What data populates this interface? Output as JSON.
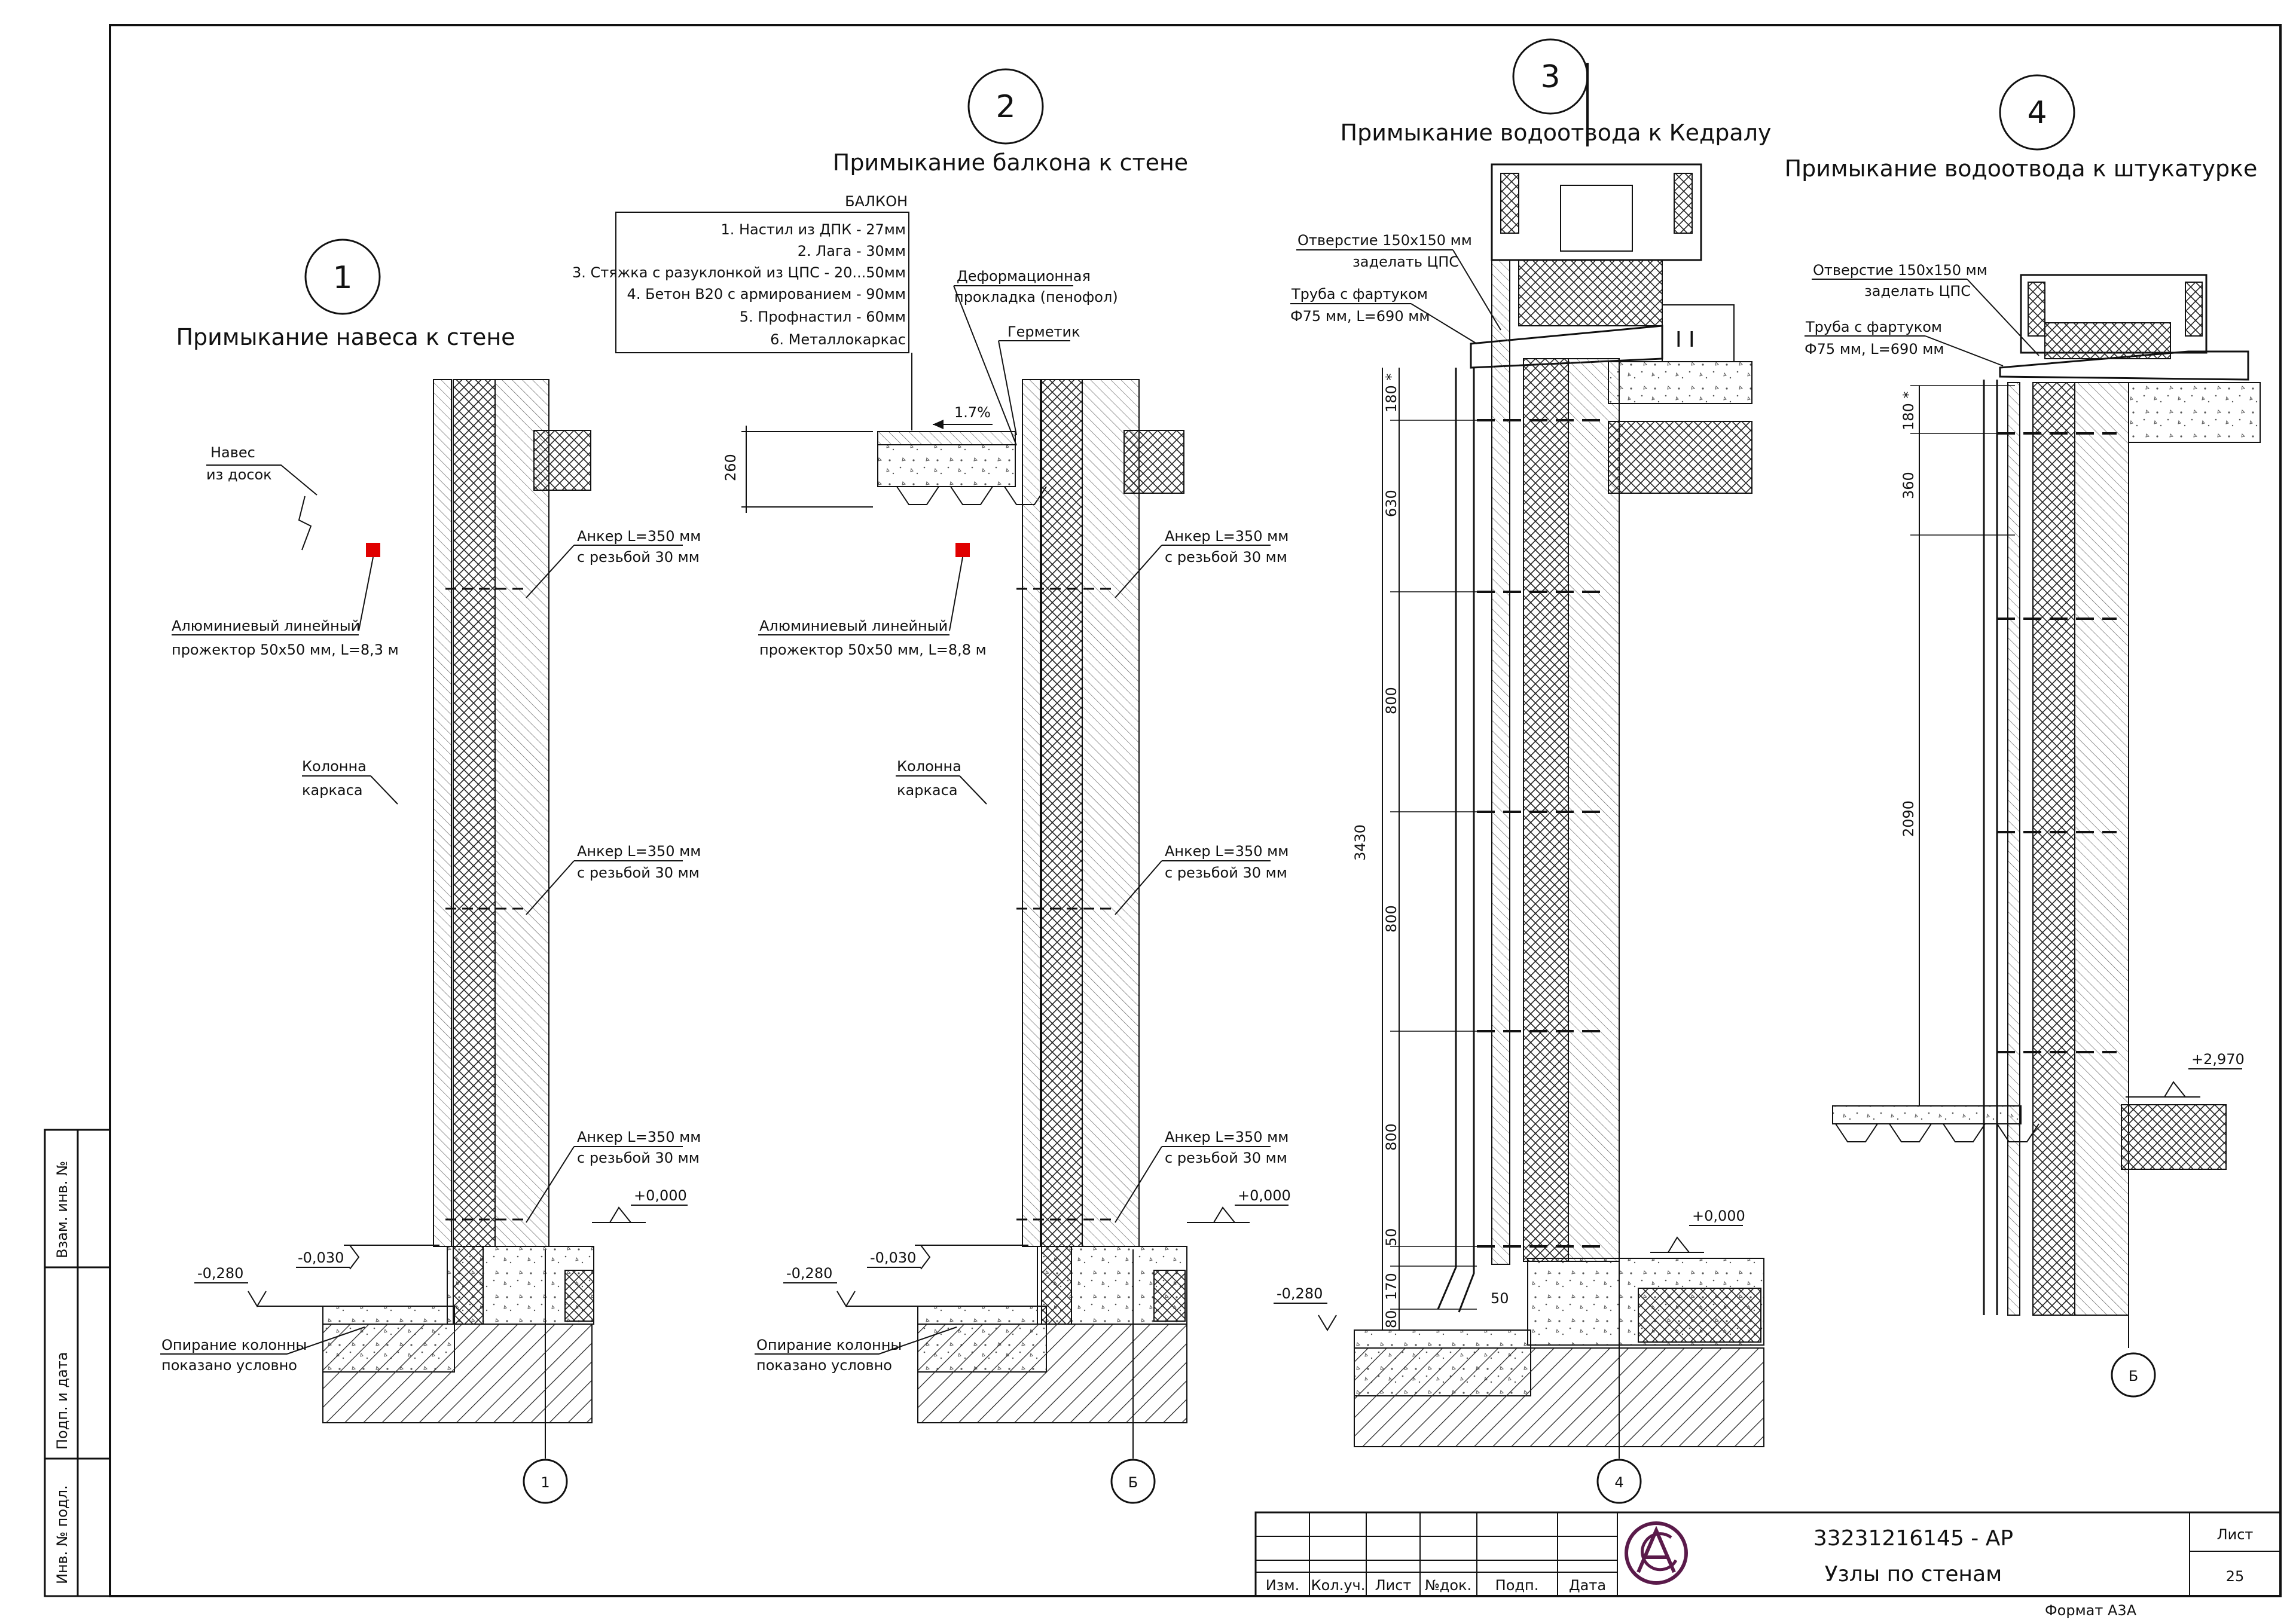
{
  "sheet": {
    "doc_code": "33231216145 - АР",
    "sheet_title": "Узлы по стенам",
    "sheet_label": "Лист",
    "sheet_number": "25",
    "format": "Формат А3А",
    "stamp_columns": [
      "Изм.",
      "Кол.уч.",
      "Лист",
      "№док.",
      "Подп.",
      "Дата"
    ],
    "side_labels": [
      "Взам. инв. №",
      "Подп. и дата",
      "Инв. № подл."
    ]
  },
  "node1": {
    "number": "1",
    "title": "Примыкание навеса к стене",
    "notes": {
      "naves": [
        "Навес",
        "из досок"
      ],
      "projector": [
        "Алюминиевый линейный",
        "прожектор 50х50 мм, L=8,3 м"
      ],
      "column": [
        "Колонна",
        "каркаса"
      ],
      "anchor": [
        "Анкер L=350 мм",
        "с резьбой 30 мм"
      ],
      "support": [
        "Опирание колонны",
        "показано условно"
      ]
    },
    "levels": {
      "zero": "+0,000",
      "m030": "-0,030",
      "m280": "-0,280"
    },
    "axis": "1"
  },
  "node2": {
    "number": "2",
    "title": "Примыкание балкона к стене",
    "balcony_header": "БАЛКОН",
    "balcony_layers": [
      "1. Настил из ДПК - 27мм",
      "2. Лага - 30мм",
      "3. Стяжка с разуклонкой из ЦПС - 20...50мм",
      "4. Бетон В20 с армированием - 90мм",
      "5. Профнастил - 60мм",
      "6. Металлокаркас"
    ],
    "notes": {
      "deform": [
        "Деформационная",
        "прокладка (пенофол)"
      ],
      "sealant": "Герметик",
      "slope": "1.7%",
      "thickness": "260",
      "projector": [
        "Алюминиевый линейный",
        "прожектор 50х50 мм, L=8,8 м"
      ],
      "column": [
        "Колонна",
        "каркаса"
      ],
      "anchor": [
        "Анкер L=350 мм",
        "с резьбой 30 мм"
      ],
      "support": [
        "Опирание колонны",
        "показано условно"
      ]
    },
    "levels": {
      "zero": "+0,000",
      "m030": "-0,030",
      "m280": "-0,280"
    },
    "axis": "Б"
  },
  "node3": {
    "number": "3",
    "title": "Примыкание водоотвода к Кедралу",
    "notes": {
      "opening": [
        "Отверстие 150х150 мм",
        "заделать ЦПС"
      ],
      "pipe": [
        "Труба с фартуком",
        "Ф75 мм, L=690 мм"
      ]
    },
    "dims": [
      "180 *",
      "630",
      "800",
      "800",
      "800",
      "50",
      "170",
      "80"
    ],
    "total": "3430",
    "small_dim": "50",
    "levels": {
      "zero": "+0,000",
      "m280": "-0,280"
    },
    "axis": "4"
  },
  "node4": {
    "number": "4",
    "title": "Примыкание водоотвода к штукатурке",
    "notes": {
      "opening": [
        "Отверстие 150х150 мм",
        "заделать ЦПС"
      ],
      "pipe": [
        "Труба с фартуком",
        "Ф75 мм, L=690 мм"
      ]
    },
    "dims": [
      "180 *",
      "360",
      "2090"
    ],
    "levels": {
      "top": "+2,970"
    },
    "axis": "Б"
  },
  "colors": {
    "line": "#111111",
    "marker": "#e00000",
    "logo": "#5a1a4a"
  }
}
